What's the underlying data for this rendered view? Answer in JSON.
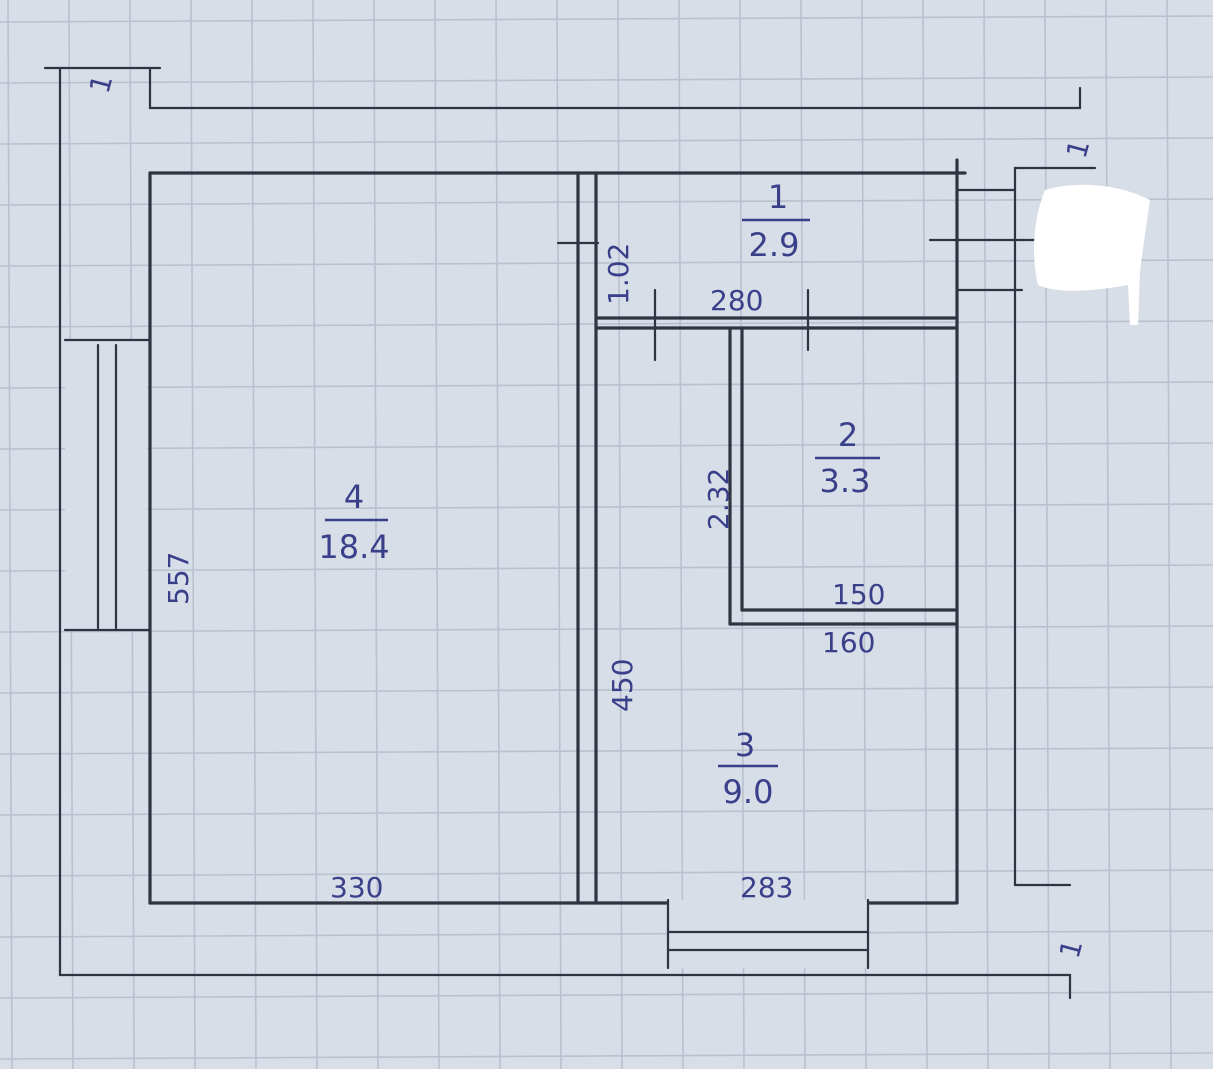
{
  "rooms": [
    {
      "number": "1",
      "area": "2.9"
    },
    {
      "number": "2",
      "area": "3.3"
    },
    {
      "number": "3",
      "area": "9.0"
    },
    {
      "number": "4",
      "area": "18.4"
    }
  ],
  "dimensions": {
    "d_102": "1.02",
    "d_280": "280",
    "d_232": "2.32",
    "d_150": "150",
    "d_160": "160",
    "d_450": "450",
    "d_557": "557",
    "d_330": "330",
    "d_283": "283"
  },
  "section_marks": {
    "left_top": "1",
    "right_top": "1",
    "right_bottom": "1"
  },
  "colors": {
    "paper": "#d7dee8",
    "grid": "#b9c1cf",
    "walls": "#2f3440",
    "ink": "#3a3f8a"
  }
}
